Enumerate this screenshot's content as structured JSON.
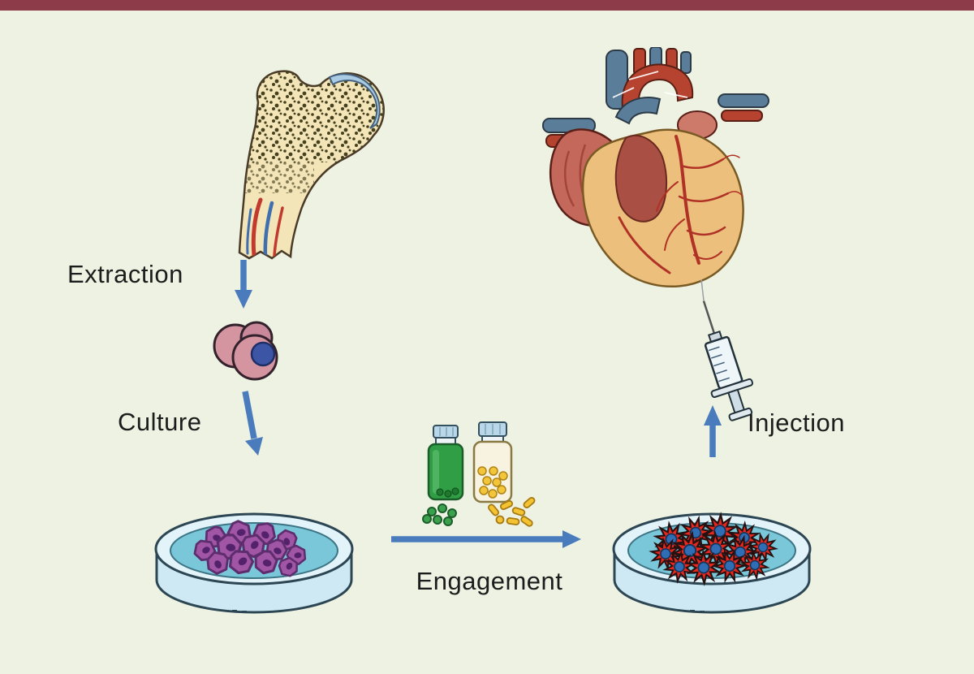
{
  "figure": {
    "name": "stem-cell-therapy-process",
    "steps": [
      {
        "id": "extraction",
        "label": "Extraction",
        "icon": "femur-bone-marrow-icon"
      },
      {
        "id": "culture",
        "label": "Culture",
        "icon": "petri-dish-culture-icon"
      },
      {
        "id": "engagement",
        "label": "Engagement",
        "icon": "pill-bottles-icon"
      },
      {
        "id": "injection",
        "label": "Injection",
        "icon": "heart-syringe-icon"
      }
    ],
    "icons": [
      "femur-bone-marrow-icon",
      "stem-cells-icon",
      "petri-dish-culture-icon",
      "pill-bottles-icon",
      "petri-dish-engaged-icon",
      "heart-icon",
      "syringe-icon",
      "down-arrow-icon",
      "right-arrow-icon",
      "up-arrow-icon"
    ],
    "colors": {
      "background": "#edf2e2",
      "top_bar": "#8e3b49",
      "arrow": "#4a7cbd",
      "label_text": "#1c1c1c",
      "stem_cell_pink": "#d495a0",
      "nucleus_blue": "#3c55a5",
      "culture_cell_purple": "#a055a5",
      "engaged_cell_red": "#e8271d",
      "dish_teal": "#79c7d8",
      "bone_cream": "#f3e5b8",
      "heart_fat_yellow": "#ecc07c",
      "heart_muscle_red": "#b5544a"
    }
  }
}
